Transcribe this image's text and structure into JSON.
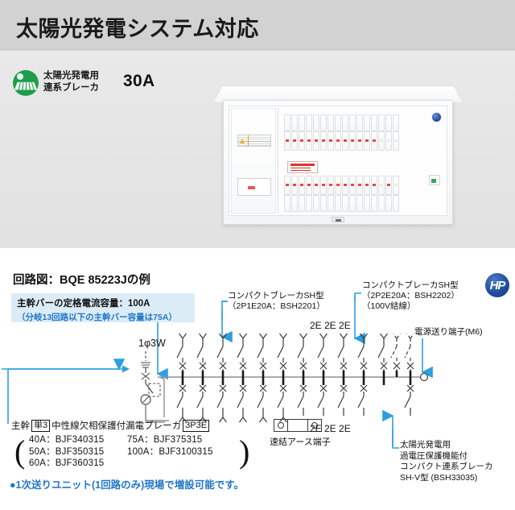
{
  "header": {
    "title": "太陽光発電システム対応"
  },
  "solar": {
    "icon": "solar-panel-icon",
    "label_line1": "太陽光発電用",
    "label_line2": "連系ブレーカ",
    "amp_rating": "30A"
  },
  "panel_photo": {
    "alt": "住宅分電盤 外観写真",
    "badge_icon": "brand-badge-icon",
    "top_row_count": 16,
    "second_row_count": 16,
    "third_row_count": 16,
    "bottom_row_count": 16
  },
  "diagram": {
    "title": "回路図：BQE 85223Jの例",
    "logo_text": "HP",
    "capacity": {
      "line1": "主幹バーの定格電流容量：100A",
      "line2": "（分岐13回路以下の主幹バー容量は75A）"
    },
    "labels": {
      "main_supply": "1φ3W",
      "compact_breaker_sh": "コンパクトブレーカSH型\n（2P1E20A：BSH2201）",
      "compact_breaker_sh_line1": "コンパクトブレーカSH型",
      "compact_breaker_sh_line2": "（2P1E20A：BSH2201）",
      "compact_breaker_sh2_line1": "コンパクトブレーカSH型",
      "compact_breaker_sh2_line2": "（2P2E20A：BSH2202）",
      "compact_breaker_sh2_line3": "（100V結線）",
      "feed_terminal": "電源送り端子(M6)",
      "two_e_upper": "2E 2E 2E",
      "two_e_lower": "2E 2E 2E",
      "ground_terminal": "速結アース端子",
      "sh_v_line1": "太陽光発電用",
      "sh_v_line2": "過電圧保護機能付",
      "sh_v_line3": "コンパクト連系ブレーカ",
      "sh_v_line4": "SH-V型 (BSH33035)"
    },
    "main_breaker": {
      "prefix": "主幹",
      "phase_box": "単3",
      "middle": "中性線欠相保護付漏電ブレーカ",
      "pole_box": "3P3E",
      "models": [
        {
          "left_amp": "40A",
          "left_model": "BJF340315",
          "right_amp": "75A",
          "right_model": "BJF375315"
        },
        {
          "left_amp": "50A",
          "left_model": "BJF350315",
          "right_amp": "100A",
          "right_model": "BJF3100315"
        },
        {
          "left_amp": "60A",
          "left_model": "BJF360315",
          "right_amp": "",
          "right_model": ""
        }
      ]
    },
    "footnote": "●1次送りユニット(1回路のみ)現場で増設可能です。"
  },
  "colors": {
    "header_bg": "#d2d2d2",
    "accent_blue": "#2e9fe0",
    "info_blue_bg": "#dcecf7",
    "text_blue": "#2176c7",
    "solar_green": "#1f9d4d",
    "breaker_red": "#e8453c"
  }
}
